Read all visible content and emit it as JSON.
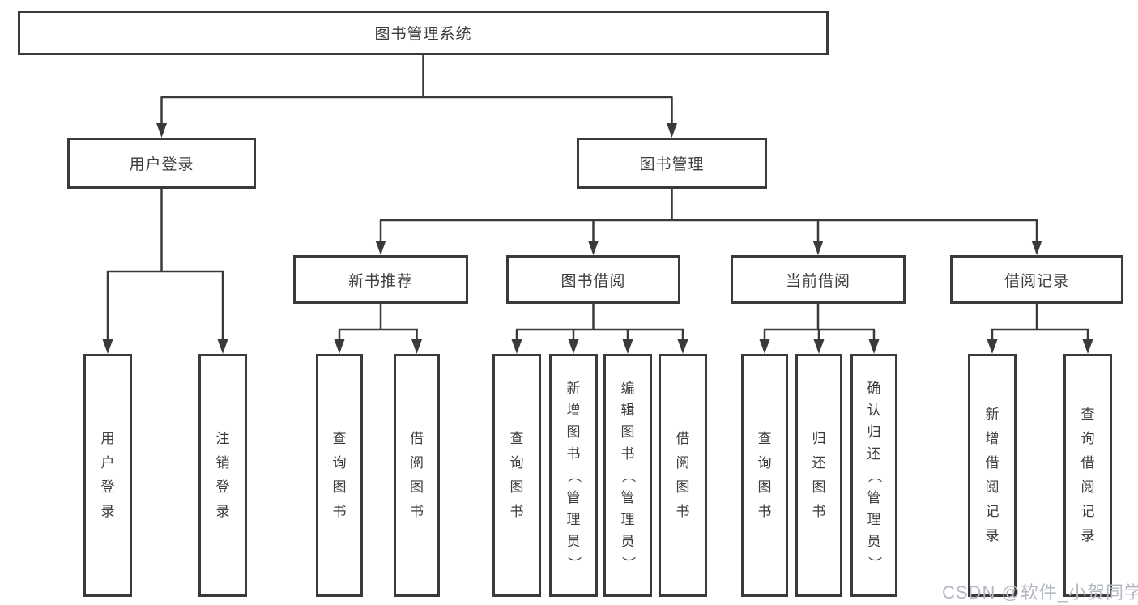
{
  "diagram": {
    "tree": {
      "root": {
        "label": "图书管理系统",
        "children": [
          {
            "label": "用户登录",
            "children": [
              {
                "label": "用户登录"
              },
              {
                "label": "注销登录"
              }
            ]
          },
          {
            "label": "图书管理",
            "children": [
              {
                "label": "新书推荐",
                "children": [
                  {
                    "label": "查询图书"
                  },
                  {
                    "label": "借阅图书"
                  }
                ]
              },
              {
                "label": "图书借阅",
                "children": [
                  {
                    "label": "查询图书"
                  },
                  {
                    "label": "新增图书（管理员）"
                  },
                  {
                    "label": "编辑图书（管理员）"
                  },
                  {
                    "label": "借阅图书"
                  }
                ]
              },
              {
                "label": "当前借阅",
                "children": [
                  {
                    "label": "查询图书"
                  },
                  {
                    "label": "归还图书"
                  },
                  {
                    "label": "确认归还（管理员）"
                  }
                ]
              },
              {
                "label": "借阅记录",
                "children": [
                  {
                    "label": "新增借阅记录"
                  },
                  {
                    "label": "查询借阅记录"
                  }
                ]
              }
            ]
          }
        ]
      }
    },
    "colors": {
      "line": "#3a3a3a",
      "text": "#3d3d3d",
      "background": "#ffffff",
      "watermark": "#b4b8c0"
    }
  },
  "watermark": {
    "text": "CSDN @软件_小贺同学"
  }
}
